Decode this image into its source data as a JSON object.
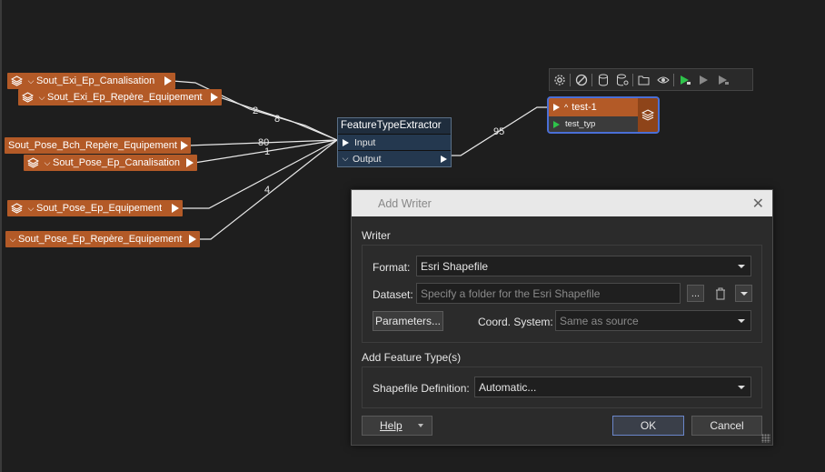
{
  "readers": [
    {
      "label": "Sout_Exi_Ep_Canalisation",
      "expanded": false
    },
    {
      "label": "Sout_Exi_Ep_Repère_Equipement",
      "expanded": false
    },
    {
      "label": "Sout_Pose_Bch_Repère_Equipement"
    },
    {
      "label": "Sout_Pose_Ep_Canalisation",
      "expanded": false
    },
    {
      "label": "Sout_Pose_Ep_Equipement",
      "expanded": false
    },
    {
      "label": "Sout_Pose_Ep_Repère_Equipement",
      "expanded": false
    }
  ],
  "link_counts": [
    "2",
    "8",
    "80",
    "1",
    "4",
    "95"
  ],
  "transformer": {
    "name": "FeatureTypeExtractor",
    "input_port": "Input",
    "output_port": "Output"
  },
  "writer": {
    "name": "test-1",
    "feature_type": "test_typ"
  },
  "toolbar_icons": [
    "gear-icon",
    "disable-icon",
    "cache-icon",
    "cache-settings-icon",
    "open-folder-icon",
    "inspect-icon",
    "run-icon",
    "run-to-icon",
    "run-from-icon"
  ],
  "dialog": {
    "title": "Add Writer",
    "writer_section": "Writer",
    "format_label": "Format:",
    "format_value": "Esri Shapefile",
    "dataset_label": "Dataset:",
    "dataset_placeholder": "Specify a folder for the Esri Shapefile",
    "browse_label": "...",
    "parameters_label": "Parameters...",
    "coord_label": "Coord. System:",
    "coord_value": "Same as source",
    "feature_type_section": "Add Feature Type(s)",
    "shapefile_def_label": "Shapefile Definition:",
    "shapefile_def_value": "Automatic...",
    "help_label": "Help",
    "ok_label": "OK",
    "cancel_label": "Cancel"
  },
  "colors": {
    "node": "#b35a27",
    "selection": "#4a6fd6",
    "run": "#2ec34a",
    "transformer": "#2b3b4f"
  }
}
